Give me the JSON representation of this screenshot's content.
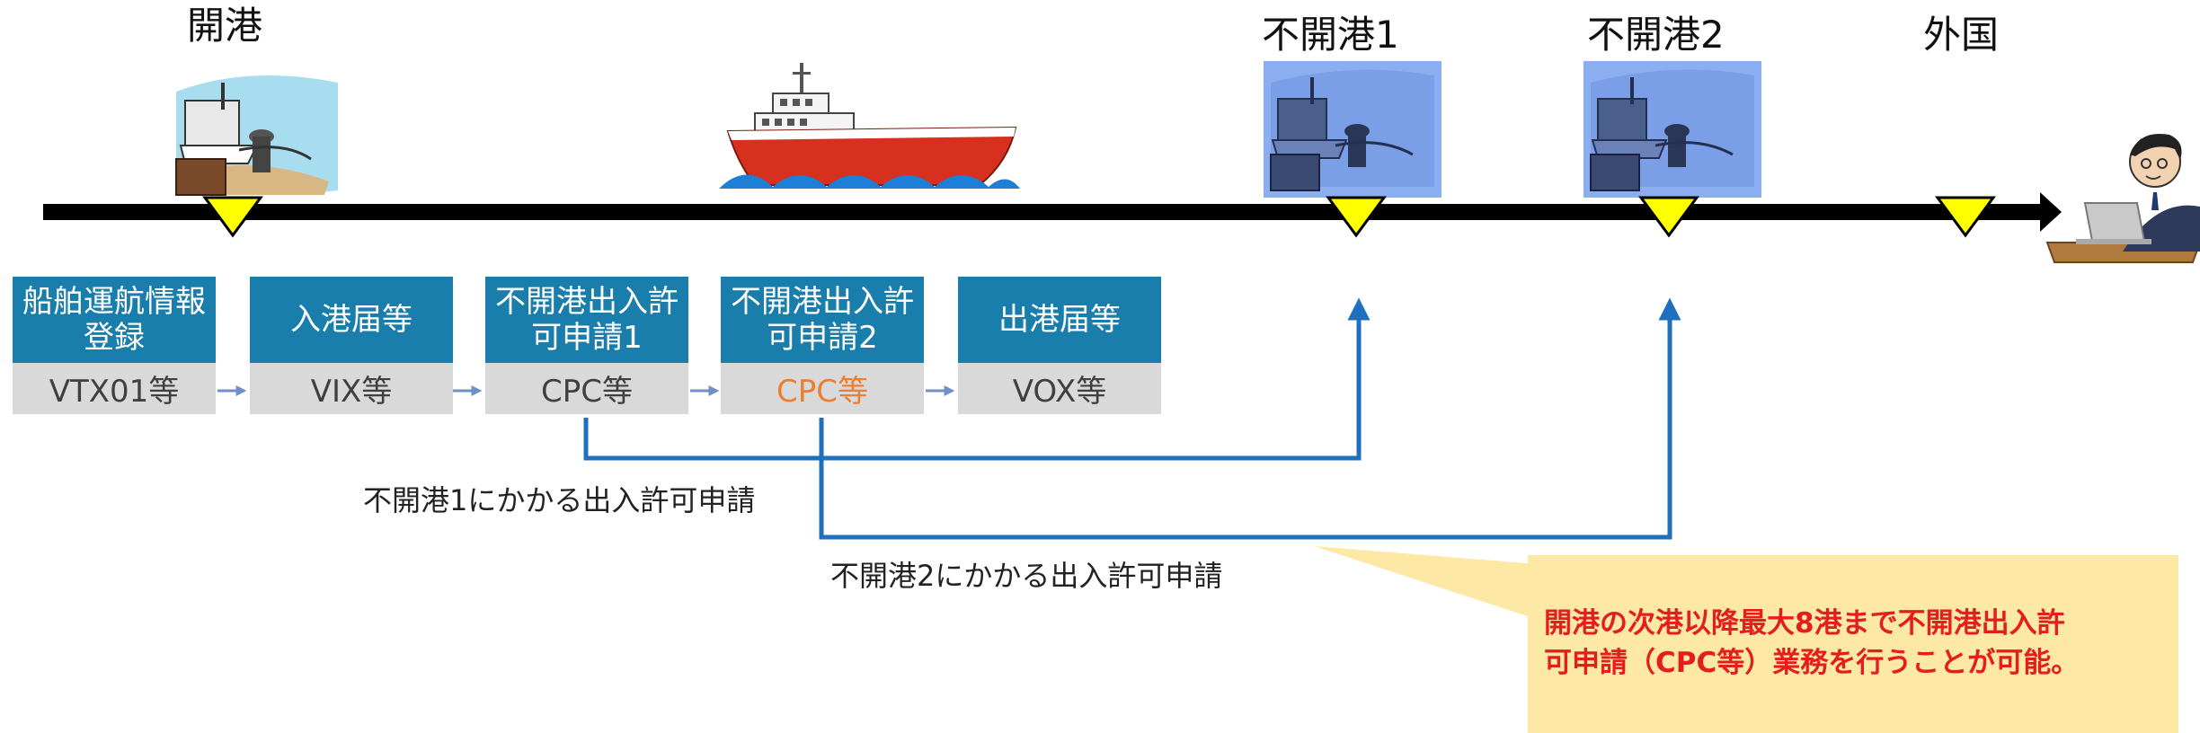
{
  "ports": {
    "open_port": "開港",
    "closed_port_1": "不開港1",
    "closed_port_2": "不開港2",
    "foreign": "外国"
  },
  "processes": [
    {
      "title": "船舶運航情報\n登録",
      "code": "VTX01等"
    },
    {
      "title": "入港届等",
      "code": "VIX等"
    },
    {
      "title": "不開港出入許\n可申請1",
      "code": "CPC等"
    },
    {
      "title": "不開港出入許\n可申請2",
      "code": "CPC等"
    },
    {
      "title": "出港届等",
      "code": "VOX等"
    }
  ],
  "captions": {
    "route1": "不開港1にかかる出入許可申請",
    "route2": "不開港2にかかる出入許可申請"
  },
  "callout": "開港の次港以降最大8港まで不開港出入許\n可申請（CPC等）業務を行うことが可能。",
  "colors": {
    "process_header": "#1a7ead",
    "process_code_bg": "#d9d9d9",
    "highlight_code": "#ed7d31",
    "connector": "#1f6fbf",
    "marker": "#ffff00",
    "callout_bg": "#fde9a5",
    "callout_text": "#e41e1e"
  },
  "icons": [
    "harbor-icon",
    "ship-icon",
    "harbor-icon",
    "harbor-icon",
    "person-laptop-icon"
  ]
}
